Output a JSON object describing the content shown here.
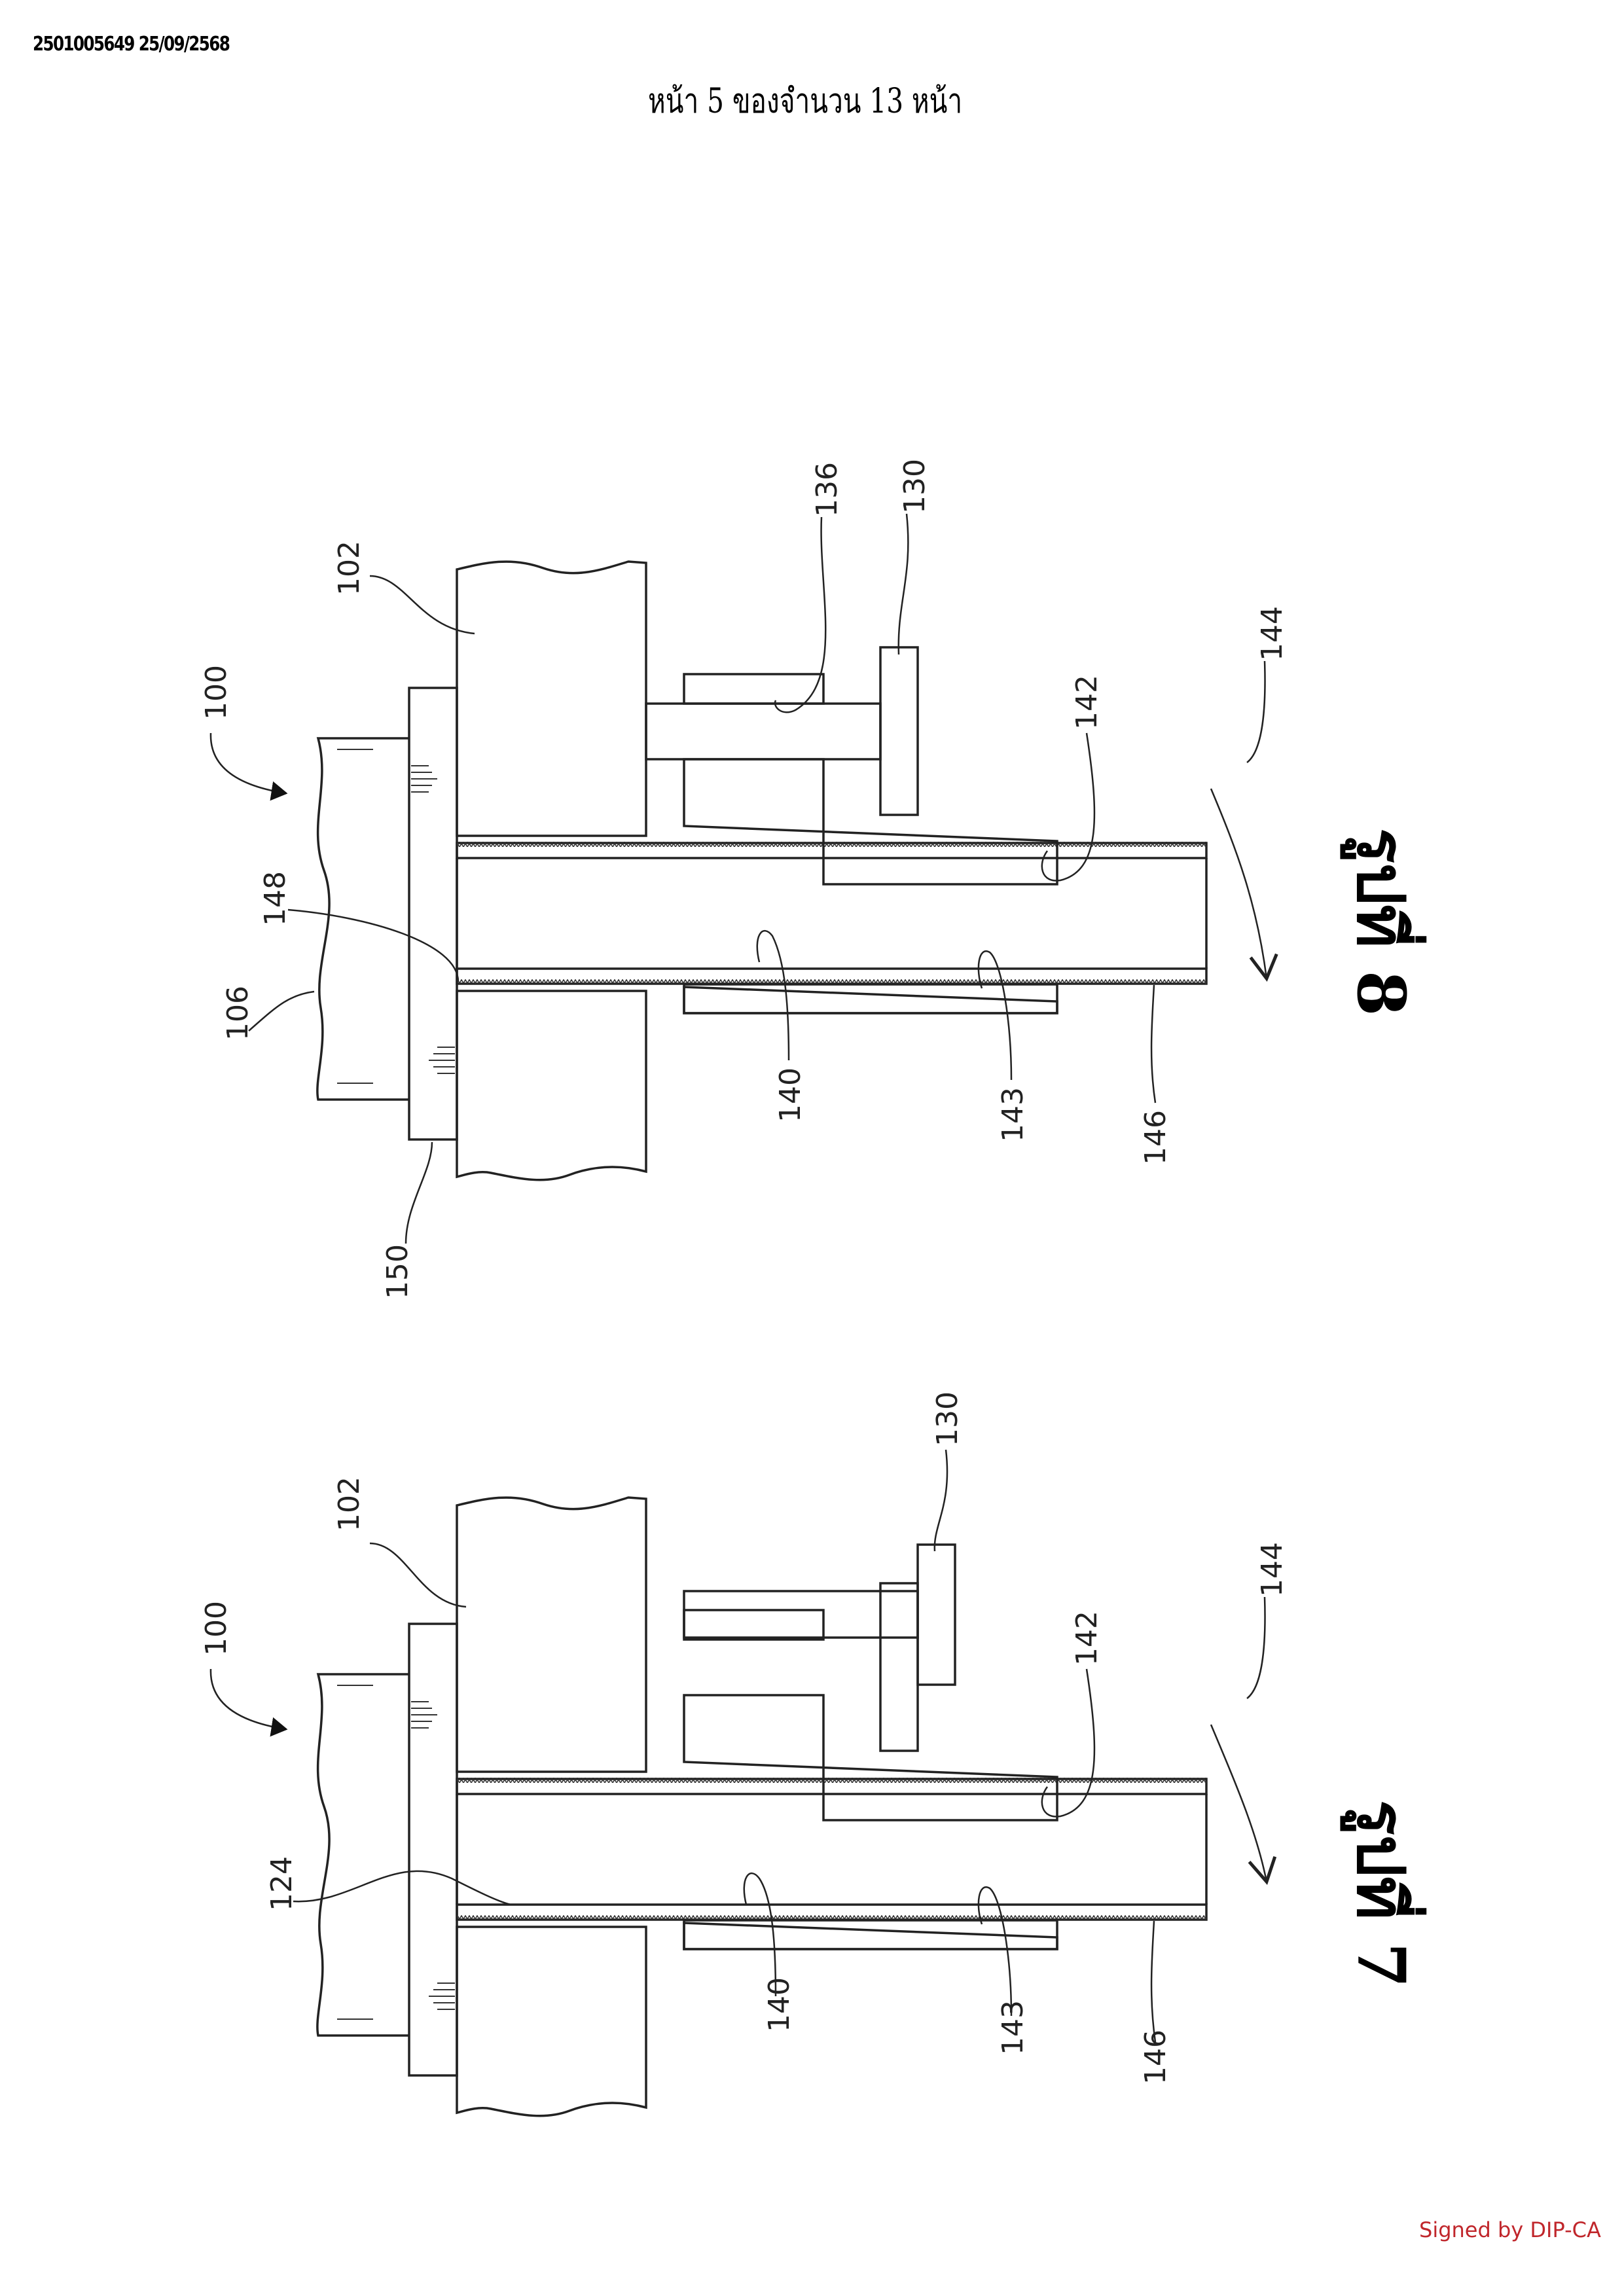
{
  "document": {
    "doc_id": "2501005649 25/09/2568",
    "page_header": "หน้า 5 ของจำนวน 13 หน้า",
    "signature": "Signed by DIP-CA",
    "signature_color": "#c0262b"
  },
  "figures": [
    {
      "id": "fig8",
      "caption": "รูปที่ 8",
      "labels": {
        "l100": "100",
        "l102": "102",
        "l106": "106",
        "l148": "148",
        "l150": "150",
        "l136": "136",
        "l130": "130",
        "l142": "142",
        "l144": "144",
        "l140": "140",
        "l143": "143",
        "l146": "146"
      }
    },
    {
      "id": "fig7",
      "caption": "รูปที่ 7",
      "labels": {
        "l100": "100",
        "l102": "102",
        "l124": "124",
        "l130": "130",
        "l142": "142",
        "l144": "144",
        "l140": "140",
        "l143": "143",
        "l146": "146"
      }
    }
  ]
}
